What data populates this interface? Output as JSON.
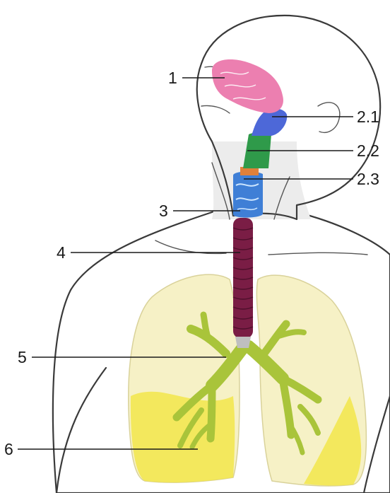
{
  "labels": {
    "l1": "1",
    "l21": "2.1",
    "l22": "2.2",
    "l23": "2.3",
    "l3": "3",
    "l4": "4",
    "l5": "5",
    "l6": "6"
  },
  "colors": {
    "nasal_cavity": "#ec7fb0",
    "nasopharynx": "#4d68d8",
    "oropharynx": "#2f9a4a",
    "laryngopharynx": "#e0803a",
    "larynx": "#3f7fd6",
    "trachea": "#7a1d45",
    "bronchi": "#a9c43a",
    "lungs": "#f2e64a",
    "skin": "#ececec"
  }
}
